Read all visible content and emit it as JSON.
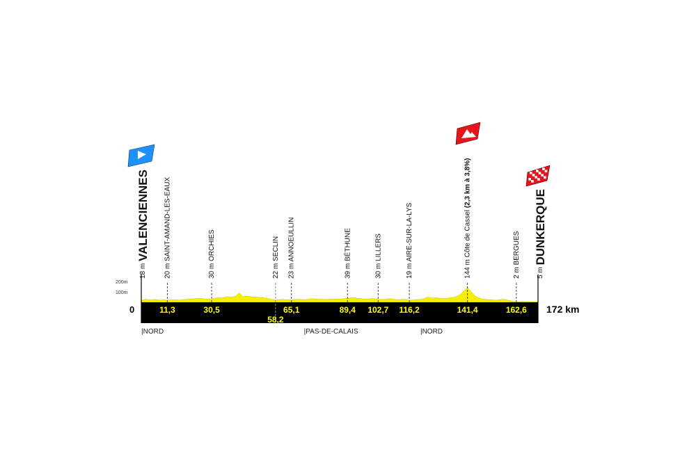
{
  "chart_data": {
    "type": "area",
    "title": "",
    "xlabel": "",
    "ylabel": "",
    "distance_total_label": "172 km",
    "zero_label": "0",
    "xlim": [
      0,
      172
    ],
    "ylim": [
      0,
      200
    ],
    "y_ticks": [
      {
        "value": 100,
        "label": "100m"
      },
      {
        "value": 200,
        "label": "200m"
      }
    ],
    "profile": {
      "km": [
        0,
        2,
        4,
        6,
        8,
        10,
        11.3,
        14,
        17,
        20,
        23,
        26,
        28,
        30.5,
        33,
        35,
        37,
        39,
        41,
        42.5,
        44,
        46,
        48,
        51,
        54,
        56,
        58.2,
        61,
        63,
        65.1,
        68,
        71,
        74,
        77,
        80,
        83,
        86,
        89.4,
        92,
        95,
        98,
        100,
        102.7,
        105,
        108,
        111,
        114,
        116.2,
        119,
        122,
        124,
        126,
        128,
        130,
        133,
        136,
        138,
        140,
        141.4,
        143,
        145,
        148,
        151,
        154,
        157,
        160,
        162.6,
        165,
        168,
        170,
        172
      ],
      "elev": [
        18,
        30,
        22,
        28,
        20,
        25,
        20,
        24,
        22,
        30,
        35,
        38,
        32,
        30,
        45,
        40,
        55,
        50,
        60,
        90,
        55,
        60,
        52,
        48,
        40,
        30,
        22,
        28,
        25,
        23,
        30,
        25,
        35,
        30,
        28,
        32,
        30,
        39,
        45,
        35,
        30,
        38,
        30,
        28,
        35,
        25,
        30,
        19,
        25,
        30,
        50,
        40,
        45,
        35,
        40,
        50,
        70,
        110,
        144,
        100,
        55,
        30,
        25,
        20,
        30,
        15,
        2,
        8,
        6,
        5,
        5
      ]
    },
    "points": [
      {
        "km": 0,
        "alt": "18 m",
        "name": "VALENCIENNES",
        "type": "start"
      },
      {
        "km": 11.3,
        "km_label": "11,3",
        "alt": "20 m",
        "name": "SAINT-AMAND-LES-EAUX"
      },
      {
        "km": 30.5,
        "km_label": "30,5",
        "alt": "30 m",
        "name": "ORCHIES"
      },
      {
        "km": 58.2,
        "km_label": "58,2",
        "alt": "22 m",
        "name": "SECLIN",
        "low": true
      },
      {
        "km": 65.1,
        "km_label": "65,1",
        "alt": "23 m",
        "name": "ANNOEULLIN"
      },
      {
        "km": 89.4,
        "km_label": "89,4",
        "alt": "39 m",
        "name": "BÉTHUNE"
      },
      {
        "km": 102.7,
        "km_label": "102,7",
        "alt": "30 m",
        "name": "LILLERS"
      },
      {
        "km": 116.2,
        "km_label": "116,2",
        "alt": "19 m",
        "name": "AIRE-SUR-LA-LYS"
      },
      {
        "km": 141.4,
        "km_label": "141,4",
        "alt": "144 m",
        "name": "Côte de Cassel",
        "climb": "(2,3 km à 3,8%)",
        "type": "climb"
      },
      {
        "km": 162.6,
        "km_label": "162,6",
        "alt": "2 m",
        "name": "BERGUES"
      },
      {
        "km": 172,
        "alt": "5 m",
        "name": "DUNKERQUE",
        "type": "finish"
      }
    ],
    "regions": [
      {
        "km": 0,
        "name": "NORD"
      },
      {
        "km": 70.5,
        "name": "PAS-DE-CALAIS"
      },
      {
        "km": 121,
        "name": "NORD"
      }
    ],
    "colors": {
      "profile": "#f5f000",
      "band": "#000000",
      "km_text": "#ffff00",
      "start_flag": "#1e90ff",
      "climb_flag": "#e8141c",
      "finish_flag": "#e8141c"
    }
  }
}
